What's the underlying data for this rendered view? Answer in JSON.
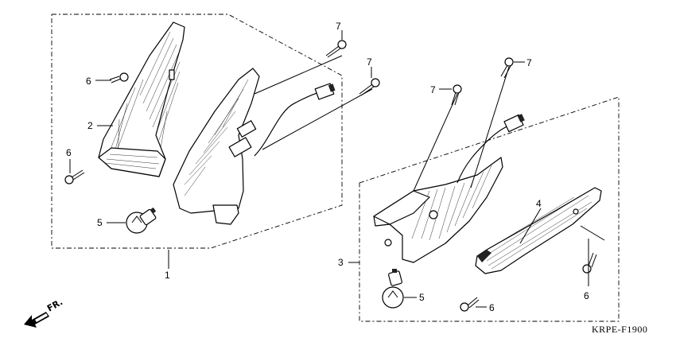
{
  "callouts": {
    "n1": "1",
    "n2": "2",
    "n3": "3",
    "n4": "4",
    "n5a": "5",
    "n5b": "5",
    "n6a": "6",
    "n6b": "6",
    "n6c": "6",
    "n6d": "6",
    "n7a": "7",
    "n7b": "7",
    "n7c": "7",
    "n7d": "7"
  },
  "direction_label": "FR.",
  "diagram_code": "KRPE-F1900",
  "icons": [
    "front-direction-arrow-icon",
    "bulb-icon",
    "screw-icon",
    "lens-icon",
    "housing-icon"
  ]
}
